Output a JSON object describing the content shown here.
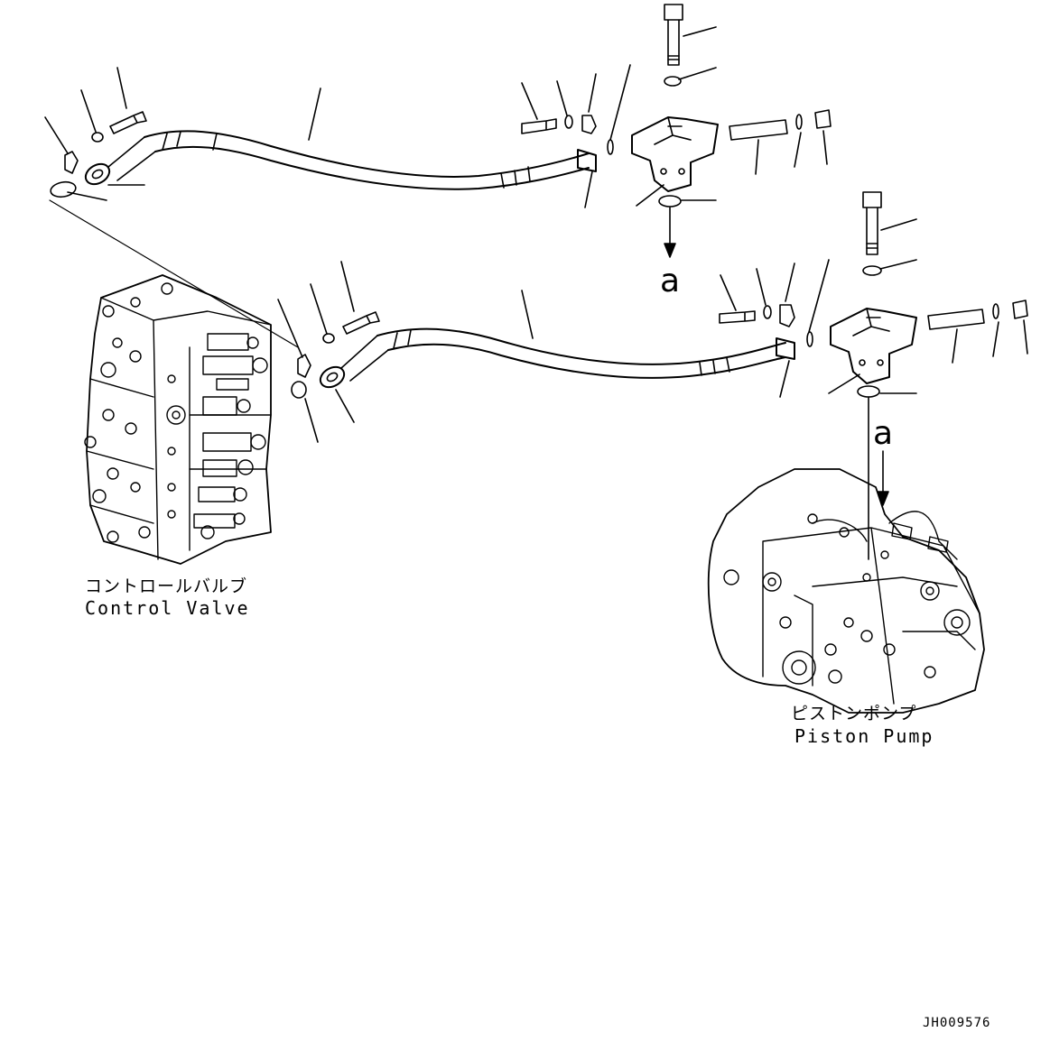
{
  "labels": {
    "control_valve_jp": "コントロールバルブ",
    "control_valve_en": "Control Valve",
    "piston_pump_jp": "ピストンポンプ",
    "piston_pump_en": "Piston Pump",
    "callout_upper": "a",
    "callout_lower": "a",
    "drawing_number": "JH009576"
  },
  "colors": {
    "ink": "#000000",
    "paper": "#ffffff"
  }
}
